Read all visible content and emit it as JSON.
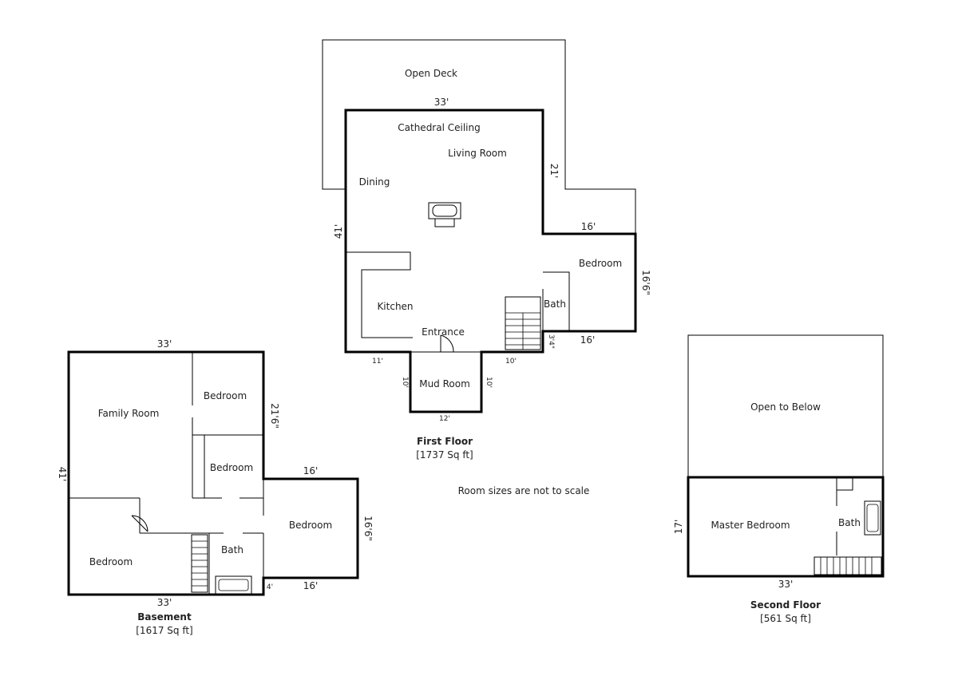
{
  "first_floor": {
    "title": "First Floor",
    "area": "[1737 Sq ft]",
    "rooms": {
      "deck": "Open Deck",
      "ceiling": "Cathedral Ceiling",
      "living": "Living Room",
      "dining": "Dining",
      "kitchen": "Kitchen",
      "entrance": "Entrance",
      "bedroom": "Bedroom",
      "bath": "Bath",
      "mud": "Mud Room"
    },
    "dims": {
      "top": "33'",
      "left": "41'",
      "right": "21'",
      "bed_top": "16'",
      "bed_right": "16'6\"",
      "bed_bottom": "16'",
      "bottom_left": "11'",
      "bottom_right": "10'",
      "mud_left": "10'",
      "mud_right": "10'",
      "mud_bottom": "12'",
      "stair": "3'4\""
    }
  },
  "basement": {
    "title": "Basement",
    "area": "[1617 Sq ft]",
    "rooms": {
      "family": "Family Room",
      "bedroom1": "Bedroom",
      "bedroom2": "Bedroom",
      "bedroom3": "Bedroom",
      "bedroom4": "Bedroom",
      "bath": "Bath"
    },
    "dims": {
      "top": "33'",
      "left": "41'",
      "right": "21'6\"",
      "ext_top": "16'",
      "ext_right": "16'6\"",
      "ext_bottom": "16'",
      "bottom": "33'",
      "small": "4'"
    }
  },
  "second_floor": {
    "title": "Second Floor",
    "area": "[561 Sq ft]",
    "rooms": {
      "open": "Open to Below",
      "master": "Master Bedroom",
      "bath": "Bath"
    },
    "dims": {
      "left": "17'",
      "bottom": "33'"
    }
  },
  "note": "Room sizes are not to scale"
}
